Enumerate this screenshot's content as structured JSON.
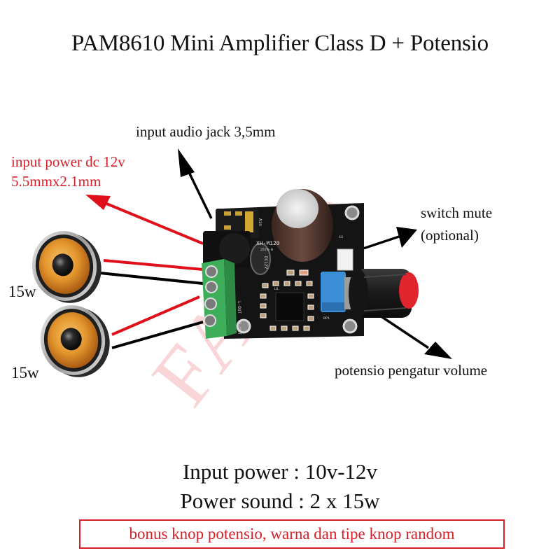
{
  "title": "PAM8610 Mini Amplifier Class D + Potensio",
  "callouts": {
    "audio_jack": "input audio jack 3,5mm",
    "power_line1": "input power dc 12v",
    "power_line2": "5.5mmx2.1mm",
    "mute_line1": "switch mute",
    "mute_line2": "(optional)",
    "volume": "potensio pengatur volume"
  },
  "speakers": [
    {
      "label": "15w"
    },
    {
      "label": "15w"
    }
  ],
  "board": {
    "model": "XH-M120",
    "code": "2578-m",
    "dc": "DC12V",
    "ain": "Ain",
    "lout": "L-OUT",
    "rout": "R-OUT",
    "chip": "U1",
    "cap": "C3",
    "pot": "RP1"
  },
  "specs": {
    "input_power": "Input power : 10v-12v",
    "power_sound": "Power sound : 2 x 15w"
  },
  "notice": "bonus knop potensio, warna dan tipe knop random",
  "watermark": "FAIRA",
  "colors": {
    "red_accent": "#d8202a",
    "pcb": "#141414",
    "terminal_green": "#3fae5a",
    "knob_red": "#e0262c",
    "pot_blue": "#3a8fd6",
    "speaker_cone": "#e3952d"
  }
}
